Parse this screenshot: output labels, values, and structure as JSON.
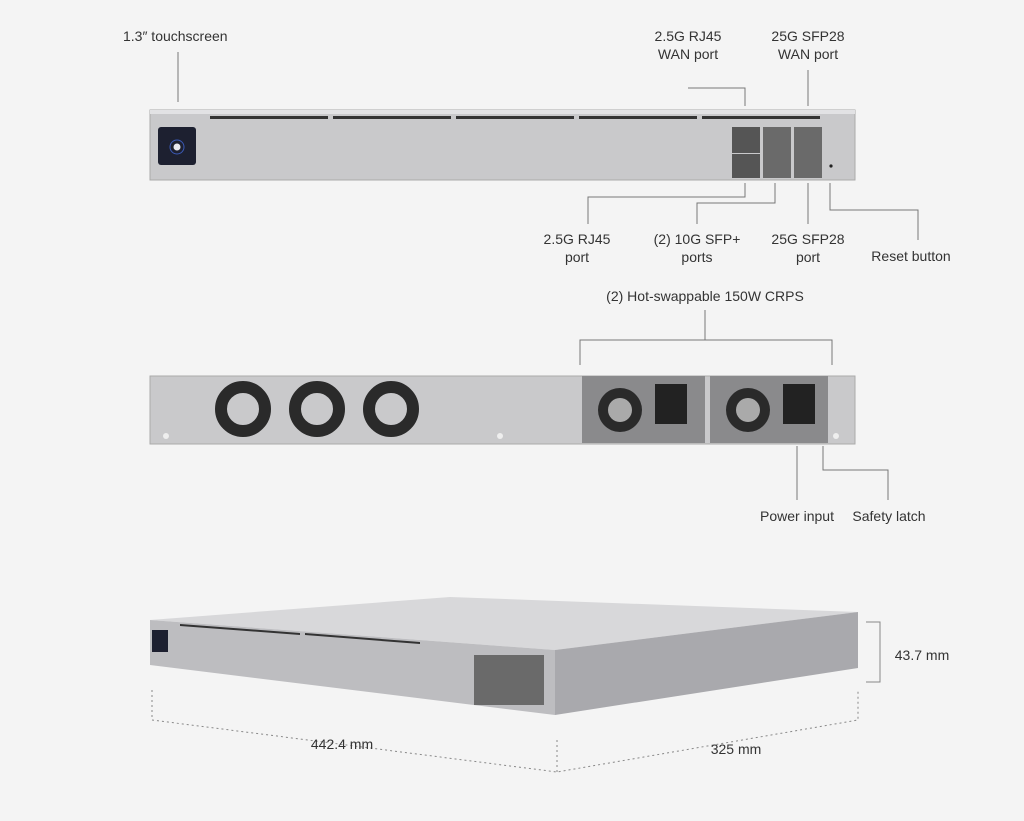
{
  "callouts": {
    "touchscreen": "1.3″ touchscreen",
    "rj45_wan": [
      "2.5G RJ45",
      "WAN port"
    ],
    "sfp28_wan": [
      "25G SFP28",
      "WAN port"
    ],
    "rj45_port": [
      "2.5G RJ45",
      "port"
    ],
    "sfp_plus": [
      "(2) 10G SFP+",
      "ports"
    ],
    "sfp28_port": [
      "25G SFP28",
      "port"
    ],
    "reset": "Reset button",
    "crps": "(2) Hot-swappable 150W CRPS",
    "power_input": "Power input",
    "safety_latch": "Safety latch"
  },
  "dimensions": {
    "width": "442.4 mm",
    "depth": "325 mm",
    "height": "43.7 mm"
  },
  "colors": {
    "chassis": "#c9c9cb",
    "background": "#f4f4f4",
    "line": "#666666"
  }
}
